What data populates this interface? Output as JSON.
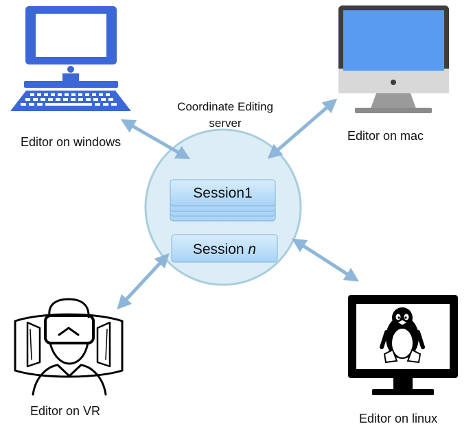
{
  "server": {
    "title_line1": "Coordinate Editing",
    "title_line2": "server",
    "session1_label": "Session1",
    "session_n_prefix": "Session ",
    "session_n_var": "n"
  },
  "editors": {
    "windows": "Editor on windows",
    "mac": "Editor on mac",
    "vr": "Editor on VR",
    "linux": "Editor on linux"
  },
  "colors": {
    "windows_blue": "#3b68d6",
    "mac_screen": "#5a9bf2",
    "server_fill": "#dcedf5",
    "server_stroke": "#a9cde0",
    "session_fill": "#bfe0fb",
    "arrow": "#8eb6d8",
    "black": "#000000"
  },
  "icons": {
    "windows": "desktop-computer-icon",
    "mac": "imac-icon",
    "vr": "vr-headset-user-icon",
    "linux": "linux-monitor-icon"
  }
}
